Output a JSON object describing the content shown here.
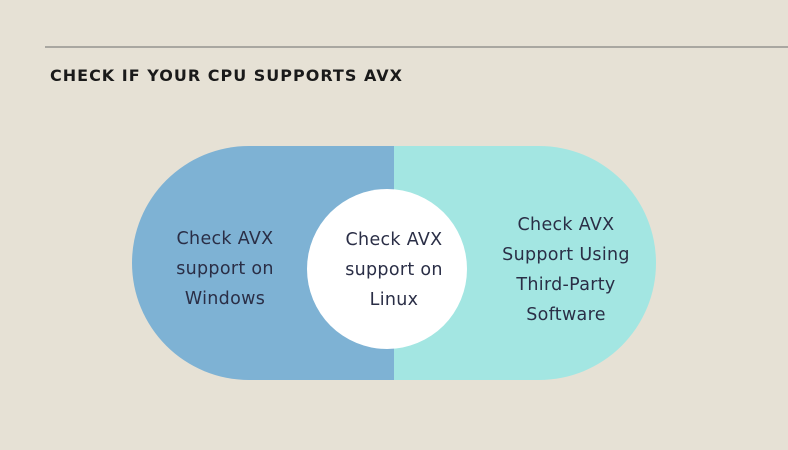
{
  "header": {
    "title": "CHECK IF YOUR CPU SUPPORTS AVX"
  },
  "diagram": {
    "colors": {
      "background": "#e6e1d5",
      "left_segment": "#7eb2d4",
      "right_segment": "#a3e6e2",
      "center_circle": "#ffffff",
      "text": "#2a2e46"
    },
    "left": {
      "lines": [
        "Check AVX",
        "support on",
        "Windows"
      ]
    },
    "center": {
      "lines": [
        "Check AVX",
        "support on",
        "Linux"
      ]
    },
    "right": {
      "lines": [
        "Check AVX",
        "Support Using",
        "Third-Party",
        "Software"
      ]
    }
  }
}
